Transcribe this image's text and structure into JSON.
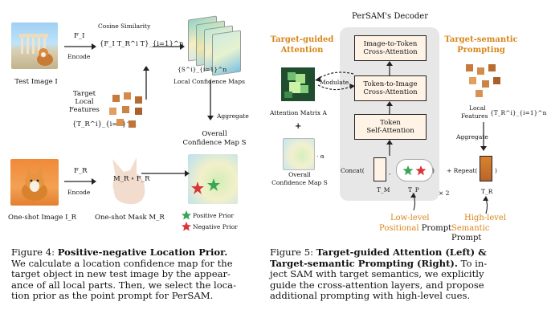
{
  "left_figure": {
    "test_image_label": "Test Image I",
    "fi_label": "F_I",
    "encode_top": "Encode",
    "cosine_title": "Cosine Similarity",
    "cosine_formula": "{F_I T_R^i T}_{i=1}^n",
    "s_set": "{S^i}_{i=1}^n",
    "local_conf_maps": "Local Confidence Maps",
    "target_local_features": "Target Local Features",
    "tr_set": "{T_R^i}_{i=1}^n",
    "aggregate": "Aggregate",
    "overall_map_line1": "Overall",
    "overall_map_line2": "Confidence Map S",
    "fr_label": "F_R",
    "encode_bottom": "Encode",
    "mr_fr": "M_R ∘ F_R",
    "oneshot_image_label": "One-shot Image I_R",
    "oneshot_mask_label": "One-shot Mask M_R",
    "positive_prior": "Positive Prior",
    "negative_prior": "Negative Prior"
  },
  "right_figure": {
    "decoder_title": "PerSAM's Decoder",
    "target_guided_1": "Target-guided",
    "target_guided_2": "Attention",
    "target_semantic_1": "Target-semantic",
    "target_semantic_2": "Prompting",
    "block_top_1": "Image-to-Token",
    "block_top_2": "Cross-Attention",
    "block_mid_1": "Token-to-Image",
    "block_mid_2": "Cross-Attention",
    "block_bot_1": "Token",
    "block_bot_2": "Self-Attention",
    "modulate": "Modulate",
    "attention_matrix": "Attention Matrix A",
    "plus": "+",
    "alpha": "· α",
    "overall_map_1": "Overall",
    "overall_map_2": "Confidence Map S",
    "local_features_1": "Local",
    "local_features_2": "Features",
    "local_features_set": "{T_R^i}_{i=1}^n",
    "aggregate": "Aggregate",
    "concat": "Concat(",
    "repeat": "+ Repeat(",
    "tm": "T_M",
    "tp": "T_P",
    "tr": "T_R",
    "times2": "× 2",
    "low_level_1": "Low-level",
    "low_level_2a": "Positional",
    "low_level_2b": "Prompt",
    "high_level_1": "High-level",
    "high_level_2a": "Semantic",
    "high_level_2b": "Prompt"
  },
  "captions": {
    "fig4_label": "Figure 4:",
    "fig4_title": "Positive-negative Location Prior.",
    "fig4_line2": "We calculate a location confidence map for the",
    "fig4_line3": "target object in new test image by the appear-",
    "fig4_line4": "ance of all local parts. Then, we select the loca-",
    "fig4_line5": "tion prior as the point prompt for PerSAM.",
    "fig5_label": "Figure 5:",
    "fig5_title_a": "Target-guided Attention (Left) &",
    "fig5_title_b": "Target-semantic Prompting (Right).",
    "fig5_line2_rest": "To in-",
    "fig5_line3": "ject SAM with target semantics, we explicitly",
    "fig5_line4": "guide the cross-attention layers, and propose",
    "fig5_line5": "additional prompting with high-level cues."
  }
}
